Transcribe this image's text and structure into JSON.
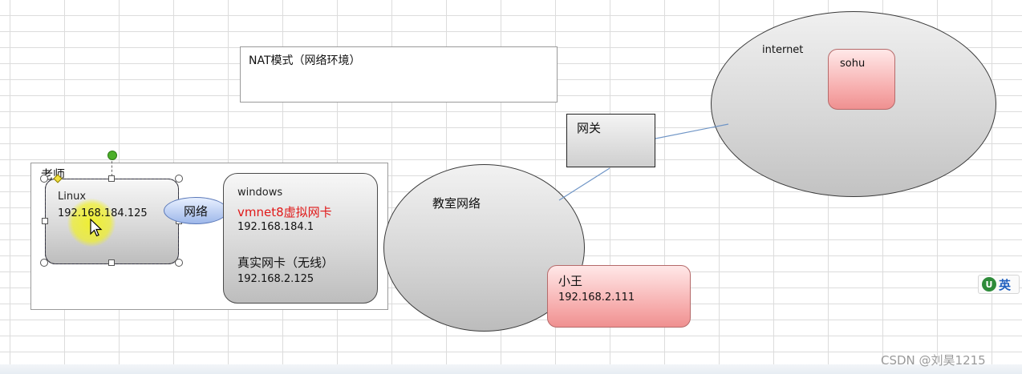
{
  "title_box": {
    "text": "NAT模式（网络环境）"
  },
  "teacher": {
    "label": "老师",
    "linux": {
      "title": "Linux",
      "ip": "192.168.184.125"
    }
  },
  "network_oval": {
    "label": "网络"
  },
  "windows": {
    "title": "windows",
    "vmnet_label": "vmnet8虚拟网卡",
    "vmnet_ip": "192.168.184.1",
    "real_nic_label": "真实网卡（无线）",
    "real_nic_ip": "192.168.2.125"
  },
  "classroom": {
    "label": "教室网络"
  },
  "gateway": {
    "label": "网关"
  },
  "internet": {
    "label": "internet",
    "sohu": "sohu"
  },
  "xiaowang": {
    "name": "小王",
    "ip": "192.168.2.111"
  },
  "ime": {
    "icon": "U",
    "label": "英"
  },
  "watermark": "CSDN @刘昊1215",
  "colors": {
    "vmnet_text": "#e01818",
    "connector_line": "#6f95c6",
    "pink_fill": "#f6aaaa",
    "gray_fill": "#d4d4d4"
  }
}
